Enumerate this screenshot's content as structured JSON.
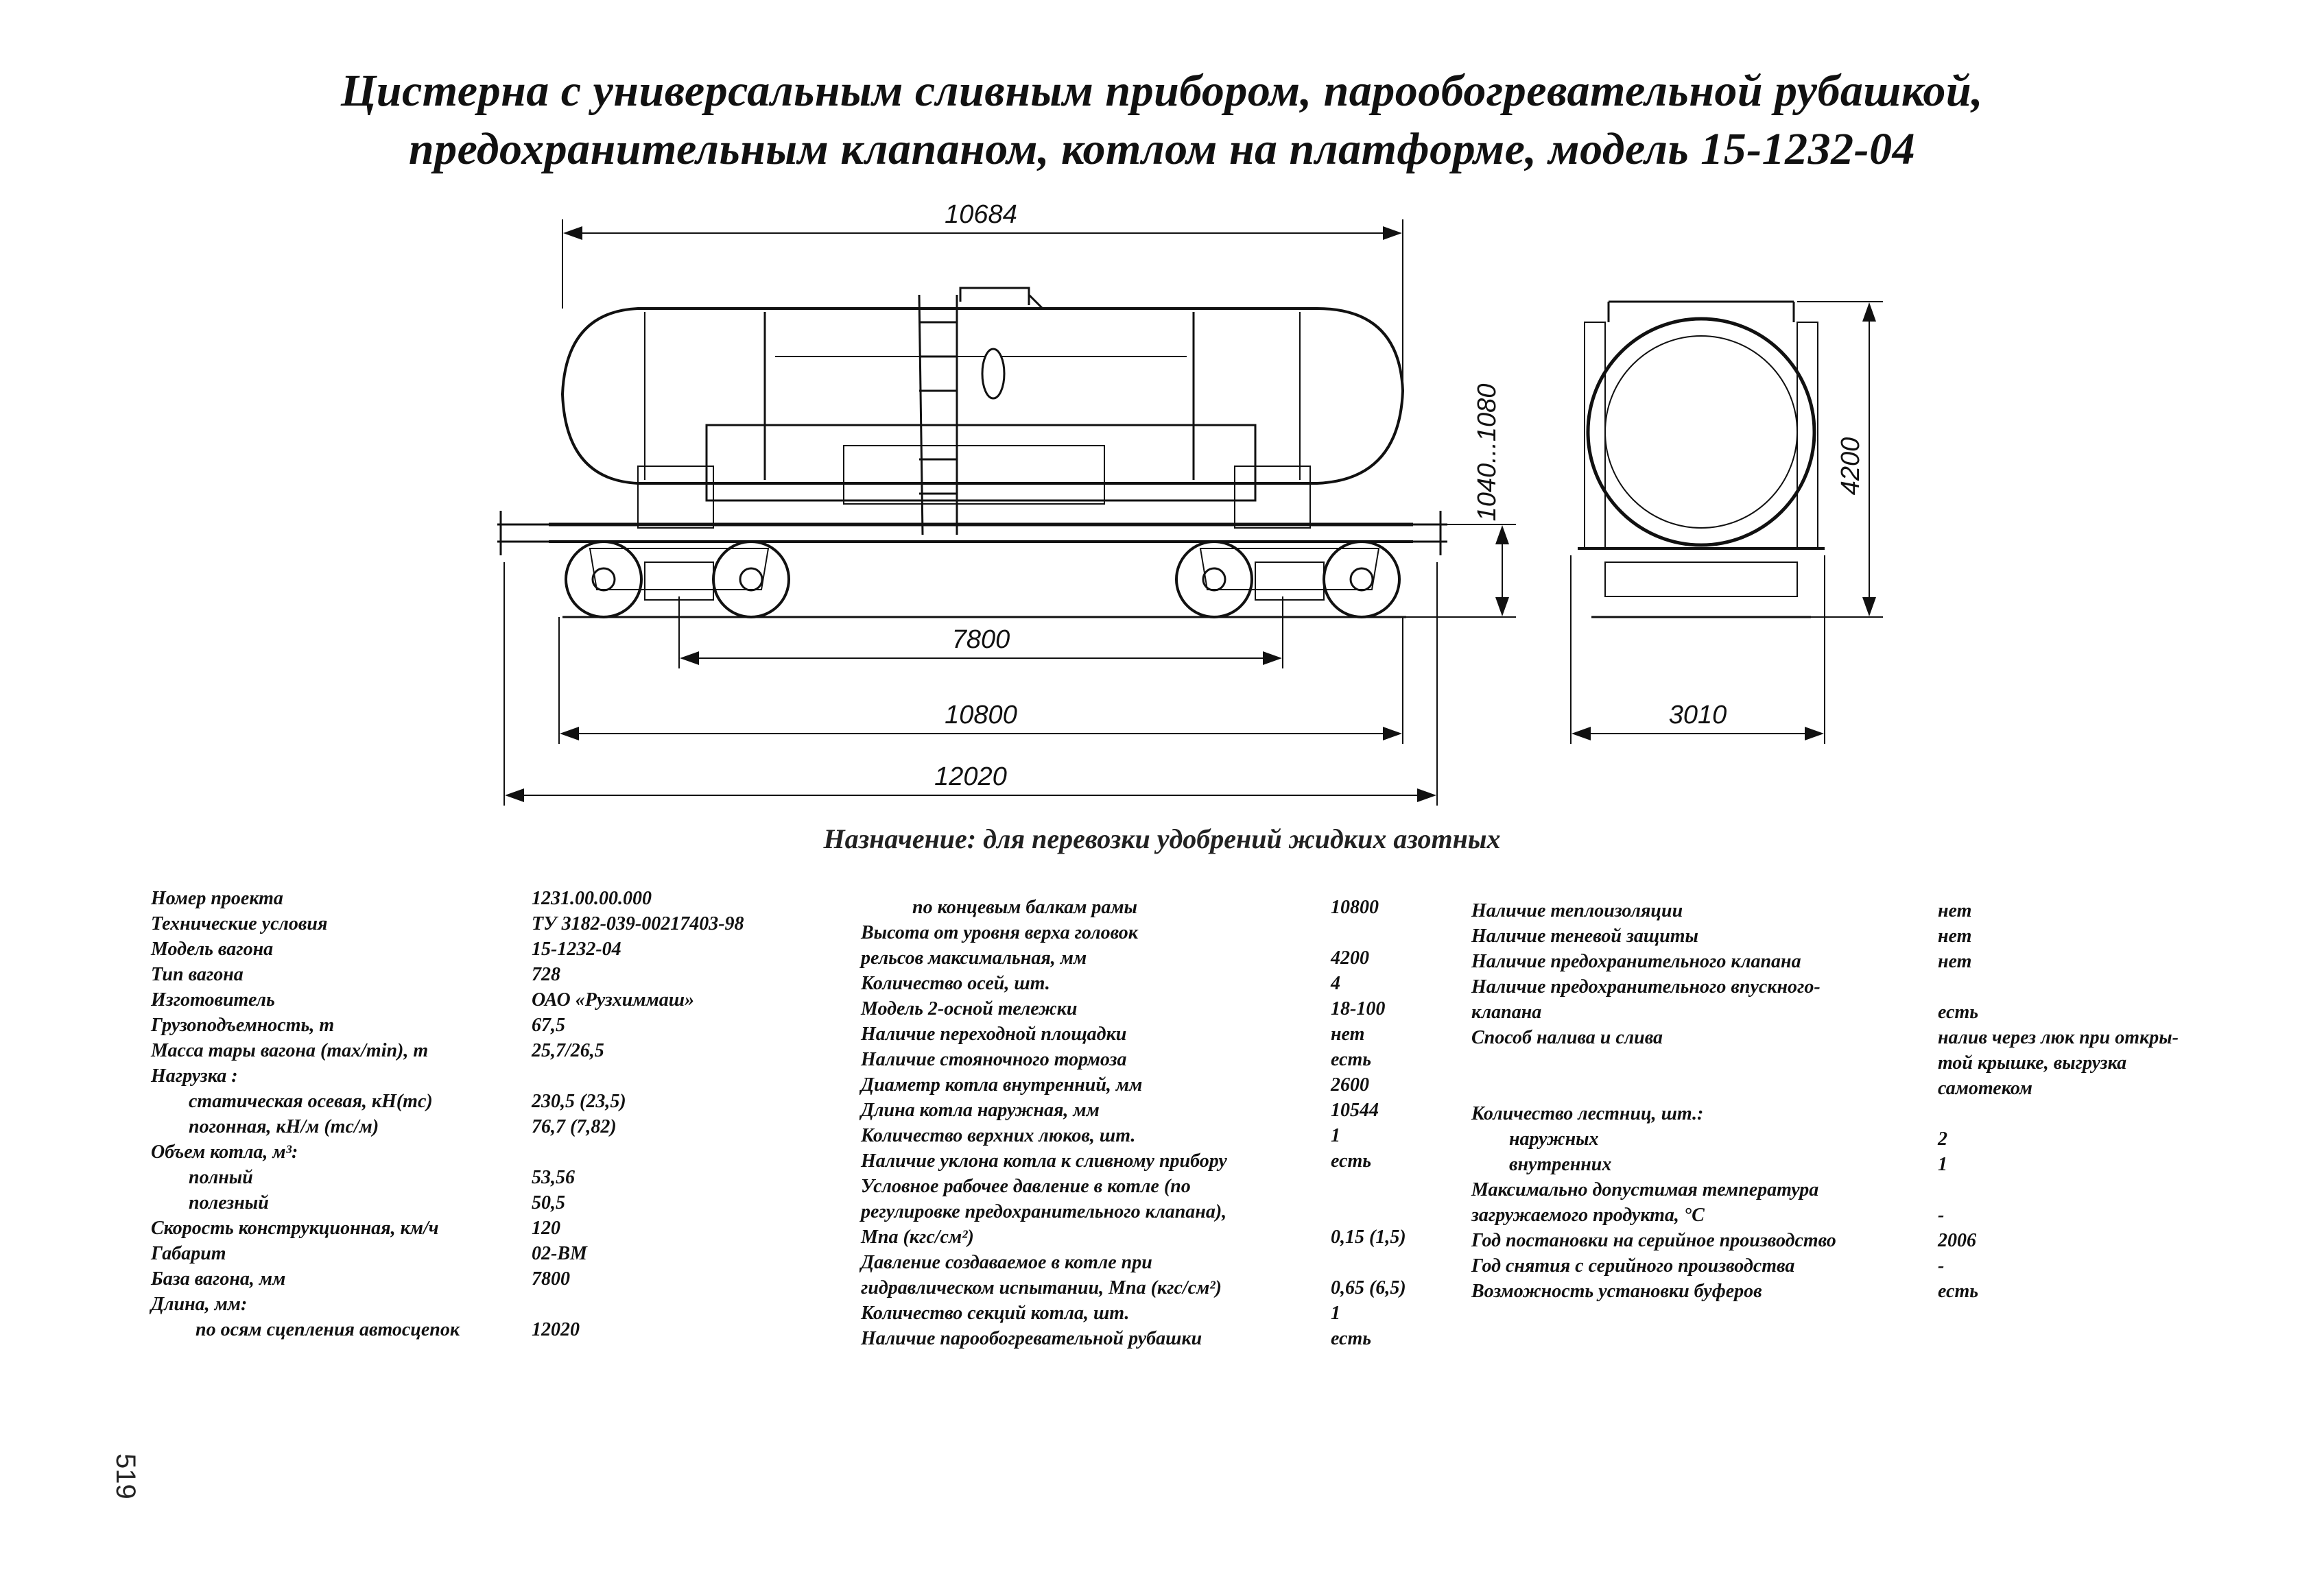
{
  "title": {
    "line1": "Цистерна с универсальным сливным прибором, парообогревательной рубашкой,",
    "line2": "предохранительным клапаном, котлом на платформе, модель 15-1232-04"
  },
  "dimensions": {
    "total_boiler_length": "10684",
    "base": "7800",
    "frame_length": "10800",
    "coupler_length": "12020",
    "axle_height": "1040...1080",
    "height": "4200",
    "width": "3010"
  },
  "purpose": "Назначение: для перевозки удобрений жидких азотных",
  "col1": [
    {
      "label": "Номер проекта",
      "value": "1231.00.00.000",
      "indent": 0
    },
    {
      "label": "Технические условия",
      "value": "ТУ 3182-039-00217403-98",
      "indent": 0
    },
    {
      "label": "Модель вагона",
      "value": "15-1232-04",
      "indent": 0
    },
    {
      "label": "Тип вагона",
      "value": "728",
      "indent": 0
    },
    {
      "label": "Изготовитель",
      "value": "ОАО «Рузхиммаш»",
      "indent": 0
    },
    {
      "label": "Грузоподъемность, т",
      "value": "67,5",
      "indent": 0
    },
    {
      "label": "Масса тары вагона (max/min), т",
      "value": "25,7/26,5",
      "indent": 0
    },
    {
      "label": "Нагрузка :",
      "value": "",
      "indent": 0
    },
    {
      "label": "статическая осевая, кН(тс)",
      "value": "230,5 (23,5)",
      "indent": 1
    },
    {
      "label": "погонная, кН/м (тс/м)",
      "value": "76,7 (7,82)",
      "indent": 1
    },
    {
      "label": "Объем котла, м³:",
      "value": "",
      "indent": 0
    },
    {
      "label": "полный",
      "value": "53,56",
      "indent": 1
    },
    {
      "label": "полезный",
      "value": "50,5",
      "indent": 1
    },
    {
      "label": "Скорость конструкционная, км/ч",
      "value": "120",
      "indent": 0
    },
    {
      "label": "Габарит",
      "value": "02-ВМ",
      "indent": 0
    },
    {
      "label": "База вагона, мм",
      "value": "7800",
      "indent": 0
    },
    {
      "label": "Длина, мм:",
      "value": "",
      "indent": 0
    },
    {
      "label": "по осям сцепления автосцепок",
      "value": "12020",
      "indent": 2
    }
  ],
  "col2": [
    {
      "label": "по концевым балкам рамы",
      "value": "10800",
      "indent": 2
    },
    {
      "label": "Высота от уровня верха головок",
      "value": "",
      "indent": 0
    },
    {
      "label": "рельсов максимальная, мм",
      "value": "4200",
      "indent": 0
    },
    {
      "label": "Количество осей, шт.",
      "value": "4",
      "indent": 0
    },
    {
      "label": "Модель 2-осной тележки",
      "value": "18-100",
      "indent": 0
    },
    {
      "label": "Наличие переходной площадки",
      "value": "нет",
      "indent": 0
    },
    {
      "label": "Наличие стояночного тормоза",
      "value": "есть",
      "indent": 0
    },
    {
      "label": "Диаметр котла внутренний, мм",
      "value": "2600",
      "indent": 0
    },
    {
      "label": "Длина котла наружная, мм",
      "value": "10544",
      "indent": 0
    },
    {
      "label": "Количество верхних люков, шт.",
      "value": "1",
      "indent": 0
    },
    {
      "label": "Наличие уклона котла к сливному прибору",
      "value": "есть",
      "indent": 0
    },
    {
      "label": "Условное рабочее давление в котле (по",
      "value": "",
      "indent": 0
    },
    {
      "label": "регулировке предохранительного клапана),",
      "value": "",
      "indent": 0
    },
    {
      "label": "Мпа (кгс/см²)",
      "value": "0,15 (1,5)",
      "indent": 0
    },
    {
      "label": "Давление создаваемое в котле при",
      "value": "",
      "indent": 0
    },
    {
      "label": "гидравлическом испытании, Мпа (кгс/см²)",
      "value": "0,65 (6,5)",
      "indent": 0
    },
    {
      "label": "Количество секций котла, шт.",
      "value": "1",
      "indent": 0
    },
    {
      "label": "Наличие парообогревательной рубашки",
      "value": "есть",
      "indent": 0
    }
  ],
  "col3": [
    {
      "label": "Наличие теплоизоляции",
      "value": "нет",
      "indent": 0
    },
    {
      "label": "Наличие теневой защиты",
      "value": "нет",
      "indent": 0
    },
    {
      "label": "Наличие предохранительного клапана",
      "value": "нет",
      "indent": 0
    },
    {
      "label": "Наличие предохранительного впускного-",
      "value": "",
      "indent": 0
    },
    {
      "label": "клапана",
      "value": "есть",
      "indent": 0
    },
    {
      "label": "Способ налива и слива",
      "value": "налив через люк при откры-",
      "indent": 0
    },
    {
      "label": "",
      "value": "той крышке, выгрузка",
      "indent": 0
    },
    {
      "label": "",
      "value": "самотеком",
      "indent": 0
    },
    {
      "label": "Количество лестниц, шт.:",
      "value": "",
      "indent": 0
    },
    {
      "label": "наружных",
      "value": "2",
      "indent": 1
    },
    {
      "label": "внутренних",
      "value": "1",
      "indent": 1
    },
    {
      "label": "Максимально допустимая температура",
      "value": "",
      "indent": 0
    },
    {
      "label": "загружаемого продукта, °С",
      "value": "-",
      "indent": 0
    },
    {
      "label": "Год постановки на серийное производство",
      "value": "2006",
      "indent": 0
    },
    {
      "label": "Год снятия с серийного производства",
      "value": "-",
      "indent": 0
    },
    {
      "label": "Возможность установки буферов",
      "value": "есть",
      "indent": 0
    }
  ],
  "page_number": "519"
}
